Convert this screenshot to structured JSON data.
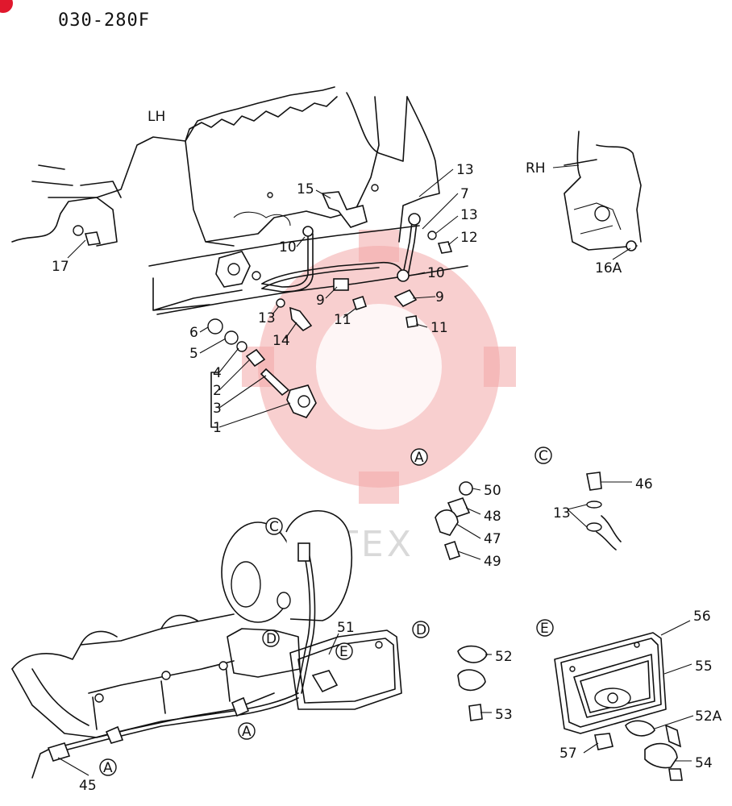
{
  "diagram": {
    "title": "030-280F",
    "side_left": "LH",
    "side_right": "RH",
    "watermark": "MHTEX",
    "views": [
      "A",
      "C",
      "D",
      "E"
    ],
    "callouts": [
      "1",
      "2",
      "3",
      "4",
      "5",
      "6",
      "7",
      "9",
      "9",
      "10",
      "10",
      "11",
      "11",
      "12",
      "13",
      "13",
      "13",
      "13",
      "14",
      "15",
      "16A",
      "17",
      "45",
      "46",
      "47",
      "48",
      "49",
      "50",
      "51",
      "52",
      "52A",
      "53",
      "54",
      "55",
      "56",
      "57"
    ],
    "colors": {
      "ink": "#111111",
      "watermark": "#f2a8a8",
      "corner_mark": "#e0182d"
    }
  }
}
